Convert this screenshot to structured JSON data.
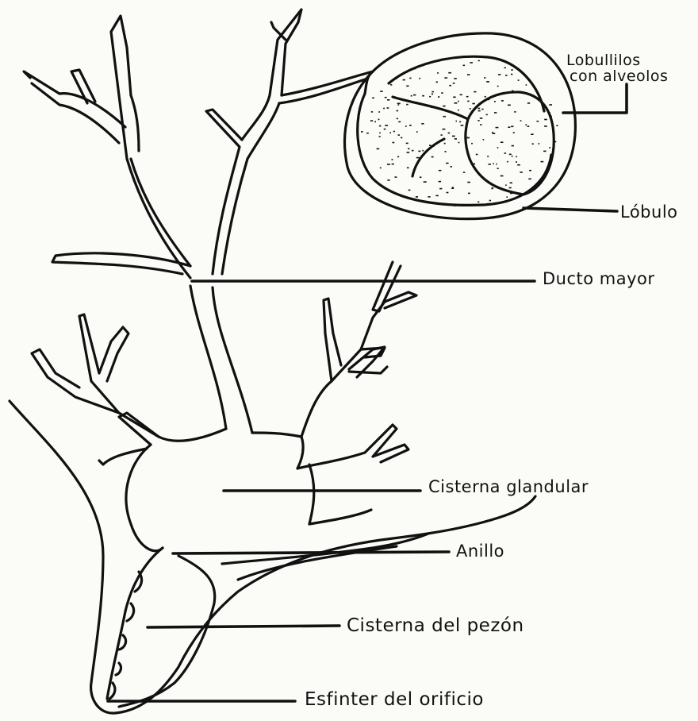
{
  "labels": {
    "lobulillos_line1": "Lobullilos",
    "lobulillos_line2": "con alveolos",
    "lobulo": "Lóbulo",
    "ducto_mayor": "Ducto mayor",
    "cisterna_glandular": "Cisterna glandular",
    "anillo": "Anillo",
    "cisterna_pezon": "Cisterna del pezón",
    "esfinter": "Esfinter del orificio"
  },
  "colors": {
    "ink": "#111111",
    "paper": "#fbfbf8"
  }
}
